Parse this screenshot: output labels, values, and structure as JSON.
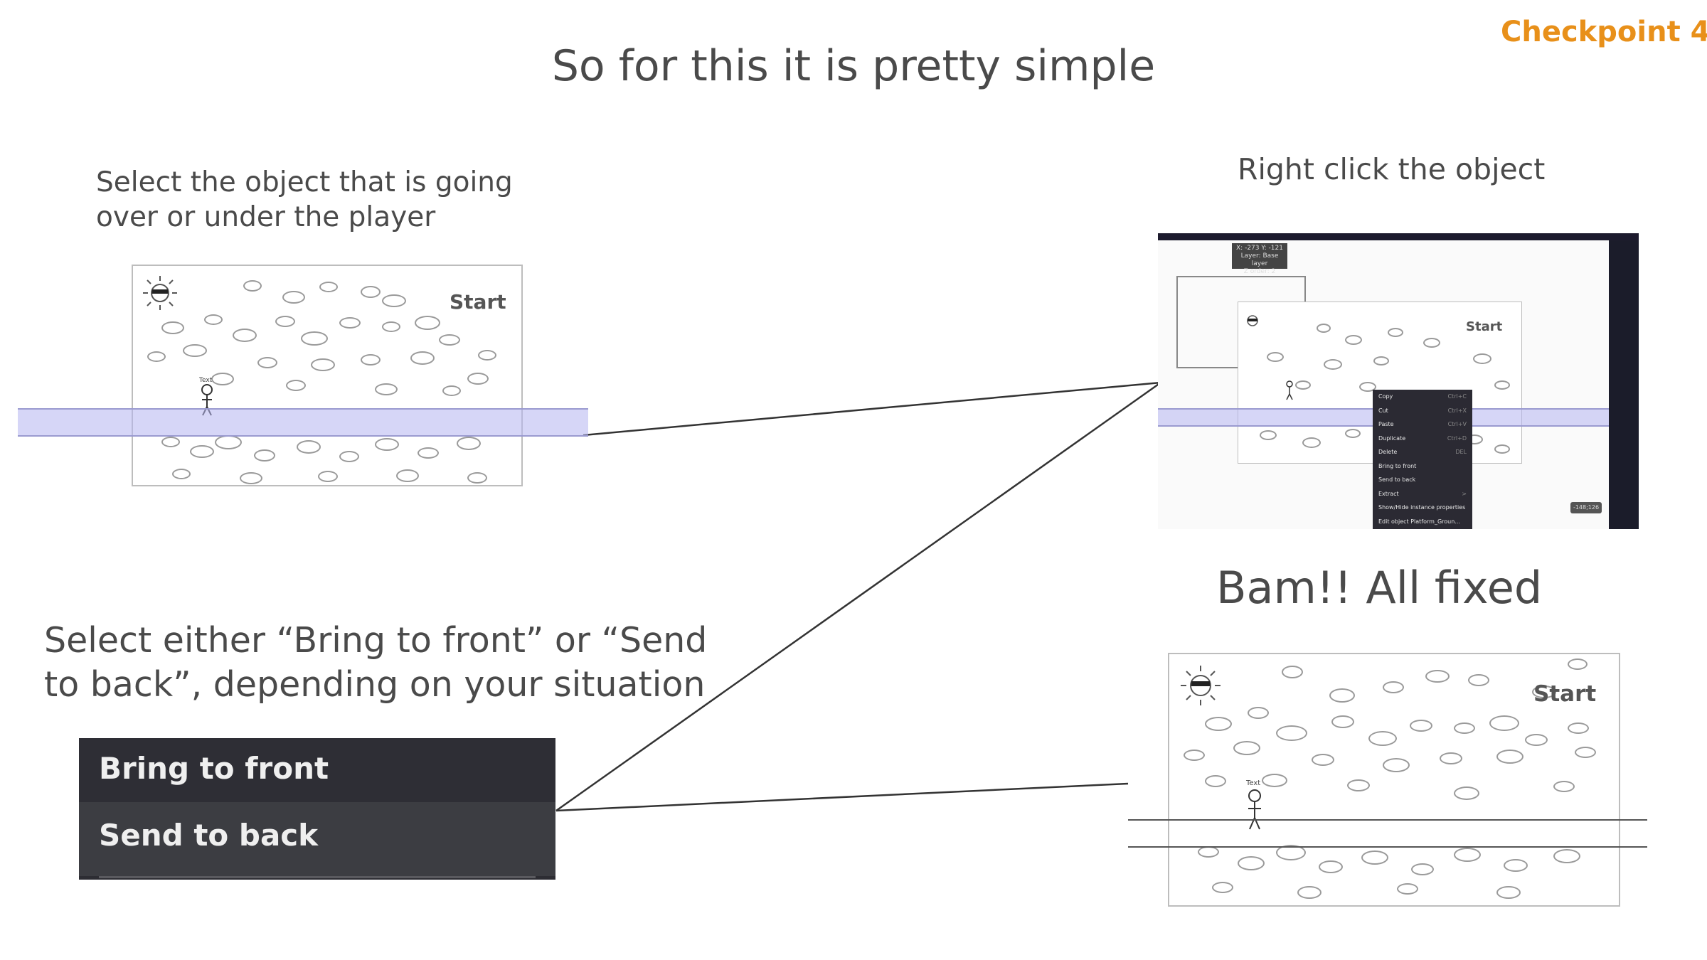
{
  "slide": {
    "checkpoint": "Checkpoint 4",
    "title": "So for this it is pretty simple",
    "caption_select": "Select the object that is going over or under the player",
    "caption_right_click": "Right click the object",
    "caption_fixed": "Bam!! All fixed",
    "caption_choose": "Select either “Bring to front” or “Send to back”, depending on your situation"
  },
  "scene": {
    "start_label": "Start",
    "player_label": "Text"
  },
  "editor": {
    "tooltip_lines": [
      "X: -273  Y: -121",
      "Layer: Base layer",
      "Z order: 2"
    ],
    "context_menu": [
      {
        "label": "Copy",
        "shortcut": "Ctrl+C"
      },
      {
        "label": "Cut",
        "shortcut": "Ctrl+X"
      },
      {
        "label": "Paste",
        "shortcut": "Ctrl+V"
      },
      {
        "label": "Duplicate",
        "shortcut": "Ctrl+D"
      },
      {
        "label": "Delete",
        "shortcut": "DEL"
      },
      {
        "label": "Bring to front",
        "shortcut": ""
      },
      {
        "label": "Send to back",
        "shortcut": ""
      },
      {
        "label": "Extract",
        "shortcut": ">"
      },
      {
        "label": "Show/Hide instance properties",
        "shortcut": ""
      },
      {
        "label": "Edit object Platform_Groun...",
        "shortcut": ""
      }
    ],
    "zoom_readout": "-148;126"
  },
  "menu_crop": {
    "bring_to_front": "Bring to front",
    "send_to_back": "Send to back"
  },
  "colors": {
    "checkpoint": "#e8901a",
    "band": "#b4b4f0",
    "menu_bg": "#2e2e35"
  }
}
